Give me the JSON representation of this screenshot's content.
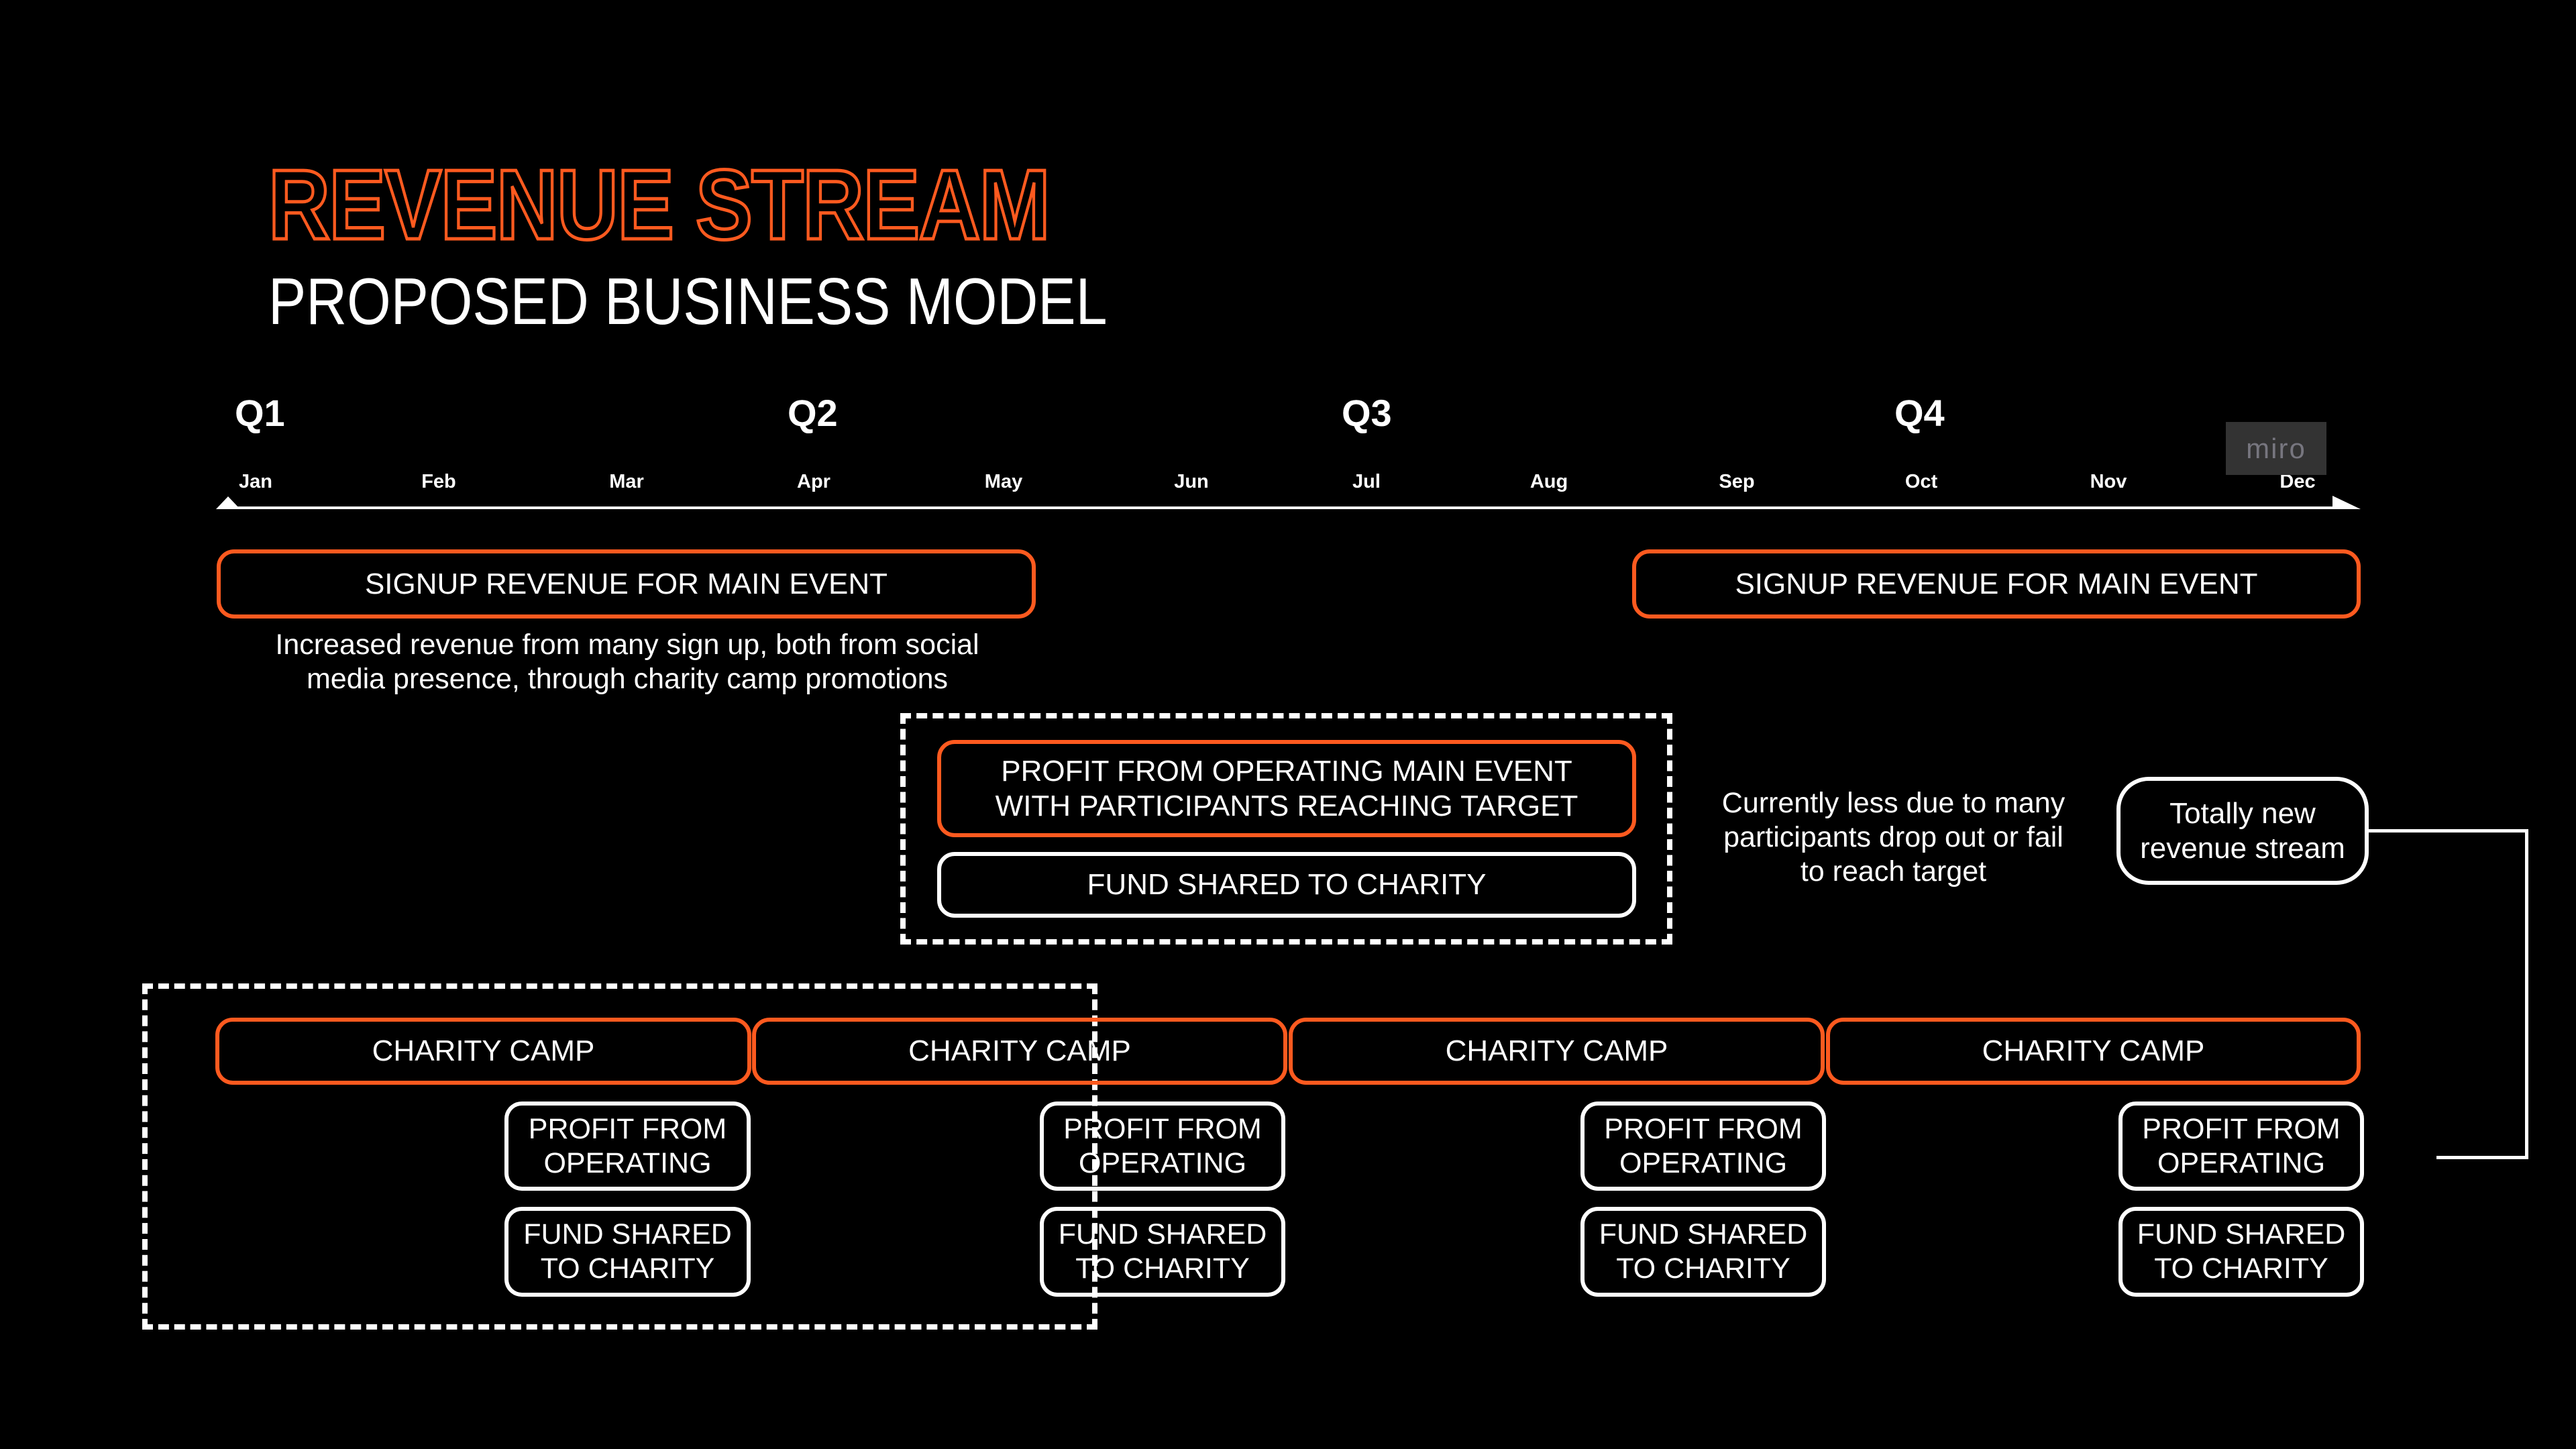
{
  "header": {
    "title": "REVENUE STREAM",
    "subtitle": "PROPOSED BUSINESS MODEL"
  },
  "timeline": {
    "quarters": [
      "Q1",
      "Q2",
      "Q3",
      "Q4"
    ],
    "months": [
      "Jan",
      "Feb",
      "Mar",
      "Apr",
      "May",
      "Jun",
      "Jul",
      "Aug",
      "Sep",
      "Oct",
      "Nov",
      "Dec"
    ]
  },
  "watermark": "miro",
  "signup": {
    "first": {
      "label": "SIGNUP REVENUE FOR MAIN EVENT",
      "description": "Increased revenue from many sign up, both from social media presence, through charity camp promotions"
    },
    "second": {
      "label": "SIGNUP REVENUE FOR MAIN EVENT"
    }
  },
  "main_event": {
    "profit_label": "PROFIT FROM OPERATING MAIN EVENT WITH PARTICIPANTS REACHING TARGET",
    "fund_label": "FUND SHARED TO CHARITY",
    "note": "Currently less due to many participants drop out or fail to reach target"
  },
  "new_stream": {
    "label": "Totally new revenue stream"
  },
  "charity_camps": [
    {
      "label": "CHARITY CAMP",
      "profit": "PROFIT FROM OPERATING",
      "fund": "FUND SHARED TO CHARITY"
    },
    {
      "label": "CHARITY CAMP",
      "profit": "PROFIT FROM OPERATING",
      "fund": "FUND SHARED TO CHARITY"
    },
    {
      "label": "CHARITY CAMP",
      "profit": "PROFIT FROM OPERATING",
      "fund": "FUND SHARED TO CHARITY"
    },
    {
      "label": "CHARITY CAMP",
      "profit": "PROFIT FROM OPERATING",
      "fund": "FUND SHARED TO CHARITY"
    }
  ],
  "colors": {
    "accent": "#FF5A1F",
    "background": "#000000",
    "foreground": "#FFFFFF"
  }
}
